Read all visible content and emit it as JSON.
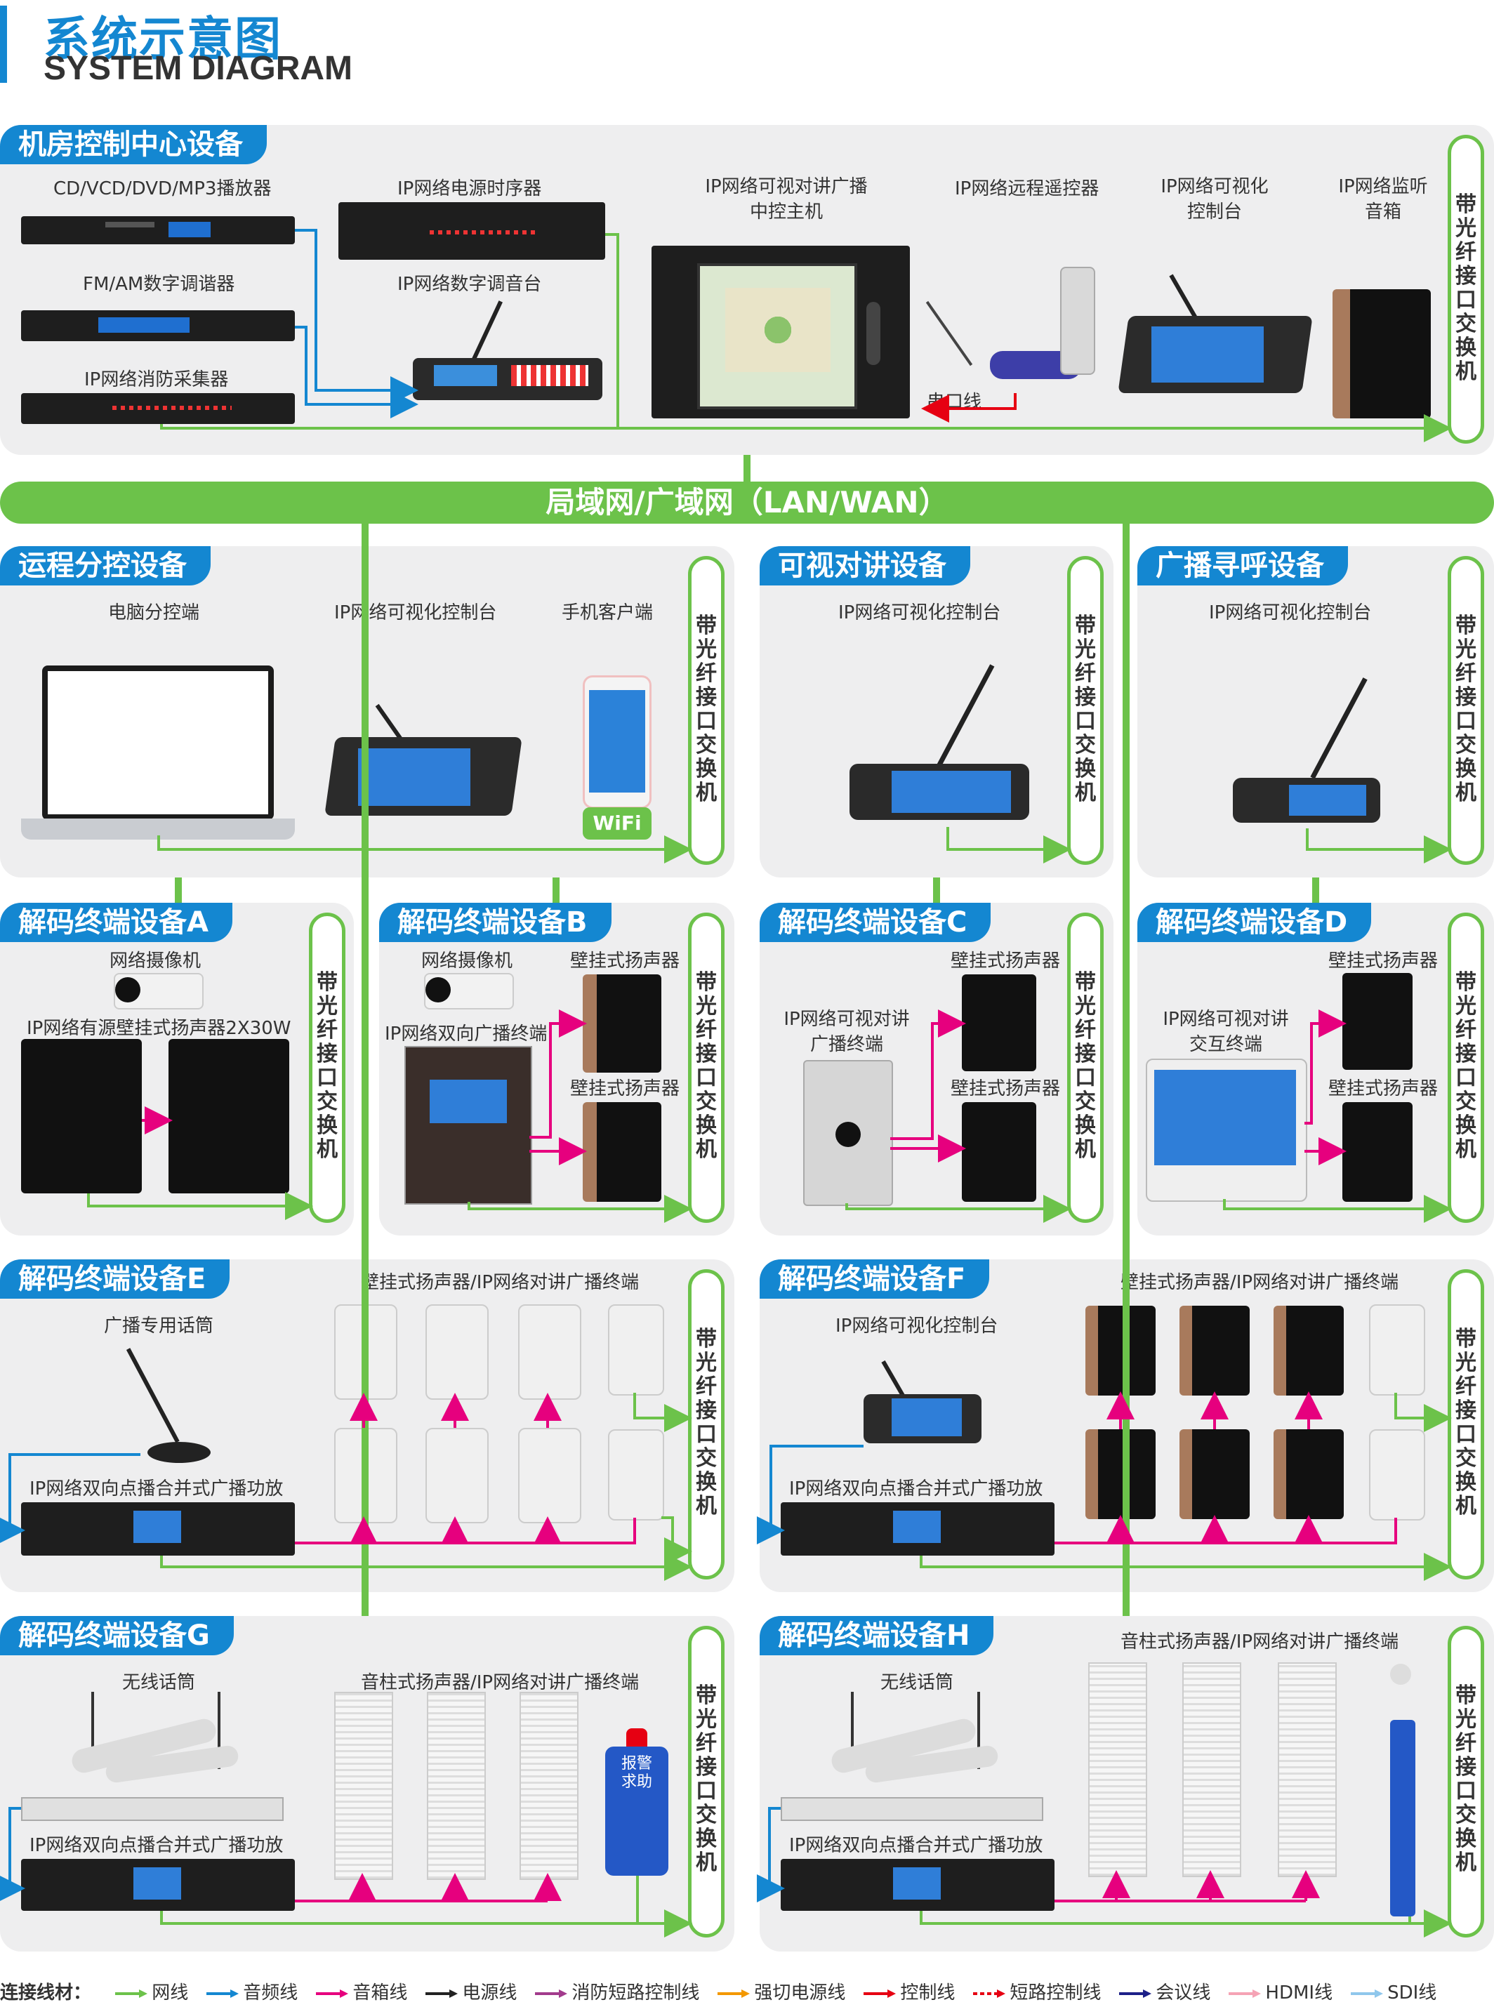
{
  "header": {
    "title_cn": "系统示意图",
    "title_en": "SYSTEM DIAGRAM"
  },
  "switch_label": "带光纤接口交换机",
  "lan_label": "局域网/广域网（LAN/WAN）",
  "control_center": {
    "title": "机房控制中心设备",
    "labels": {
      "cd_player": "CD/VCD/DVD/MP3播放器",
      "fm_tuner": "FM/AM数字调谐器",
      "fire_collector": "IP网络消防采集器",
      "power_sequencer": "IP网络电源时序器",
      "digital_console": "IP网络数字调音台",
      "host_line1": "IP网络可视对讲广播",
      "host_line2": "中控主机",
      "remote": "IP网络远程遥控器",
      "vis_console_line1": "IP网络可视化",
      "vis_console_line2": "控制台",
      "monitor_line1": "IP网络监听",
      "monitor_line2": "音箱",
      "serial": "串口线"
    }
  },
  "remote_control": {
    "title": "运程分控设备",
    "labels": {
      "pc": "电脑分控端",
      "console": "IP网络可视化控制台",
      "phone": "手机客户端",
      "wifi": "WiFi"
    }
  },
  "intercom": {
    "title": "可视对讲设备",
    "labels": {
      "console": "IP网络可视化控制台"
    }
  },
  "paging": {
    "title": "广播寻呼设备",
    "labels": {
      "console": "IP网络可视化控制台"
    }
  },
  "decoder_a": {
    "title": "解码终端设备A",
    "labels": {
      "camera": "网络摄像机",
      "speaker": "IP网络有源壁挂式扬声器2X30W"
    }
  },
  "decoder_b": {
    "title": "解码终端设备B",
    "labels": {
      "camera": "网络摄像机",
      "spk1": "壁挂式扬声器",
      "spk2": "壁挂式扬声器",
      "terminal": "IP网络双向广播终端"
    }
  },
  "decoder_c": {
    "title": "解码终端设备C",
    "labels": {
      "spk1": "壁挂式扬声器",
      "spk2": "壁挂式扬声器",
      "terminal_line1": "IP网络可视对讲",
      "terminal_line2": "广播终端"
    }
  },
  "decoder_d": {
    "title": "解码终端设备D",
    "labels": {
      "spk1": "壁挂式扬声器",
      "spk2": "壁挂式扬声器",
      "terminal_line1": "IP网络可视对讲",
      "terminal_line2": "交互终端"
    }
  },
  "decoder_e": {
    "title": "解码终端设备E",
    "labels": {
      "mic": "广播专用话筒",
      "amp": "IP网络双向点播合并式广播功放",
      "speakers": "壁挂式扬声器/IP网络对讲广播终端"
    }
  },
  "decoder_f": {
    "title": "解码终端设备F",
    "labels": {
      "console": "IP网络可视化控制台",
      "amp": "IP网络双向点播合并式广播功放",
      "speakers": "壁挂式扬声器/IP网络对讲广播终端"
    }
  },
  "decoder_g": {
    "title": "解码终端设备G",
    "labels": {
      "mic": "无线话筒",
      "amp": "IP网络双向点播合并式广播功放",
      "speakers": "音柱式扬声器/IP网络对讲广播终端",
      "alarm_line1": "报警",
      "alarm_line2": "求助"
    }
  },
  "decoder_h": {
    "title": "解码终端设备H",
    "labels": {
      "mic": "无线话筒",
      "amp": "IP网络双向点播合并式广播功放",
      "speakers": "音柱式扬声器/IP网络对讲广播终端"
    }
  },
  "legend": {
    "title": "连接线材：",
    "items": [
      {
        "label": "网线",
        "color": "#6cc24a",
        "style": "solid"
      },
      {
        "label": "音频线",
        "color": "#1487d1",
        "style": "solid"
      },
      {
        "label": "音箱线",
        "color": "#e6007e",
        "style": "solid"
      },
      {
        "label": "电源线",
        "color": "#222222",
        "style": "solid"
      },
      {
        "label": "消防短路控制线",
        "color": "#a23b8c",
        "style": "solid"
      },
      {
        "label": "强切电源线",
        "color": "#f39800",
        "style": "solid"
      },
      {
        "label": "控制线",
        "color": "#e60012",
        "style": "solid"
      },
      {
        "label": "短路控制线",
        "color": "#e60012",
        "style": "dashed"
      },
      {
        "label": "会议线",
        "color": "#1d2088",
        "style": "solid"
      },
      {
        "label": "HDMI线",
        "color": "#f5a3b5",
        "style": "solid"
      },
      {
        "label": "SDI线",
        "color": "#8fc7ec",
        "style": "solid"
      }
    ]
  }
}
